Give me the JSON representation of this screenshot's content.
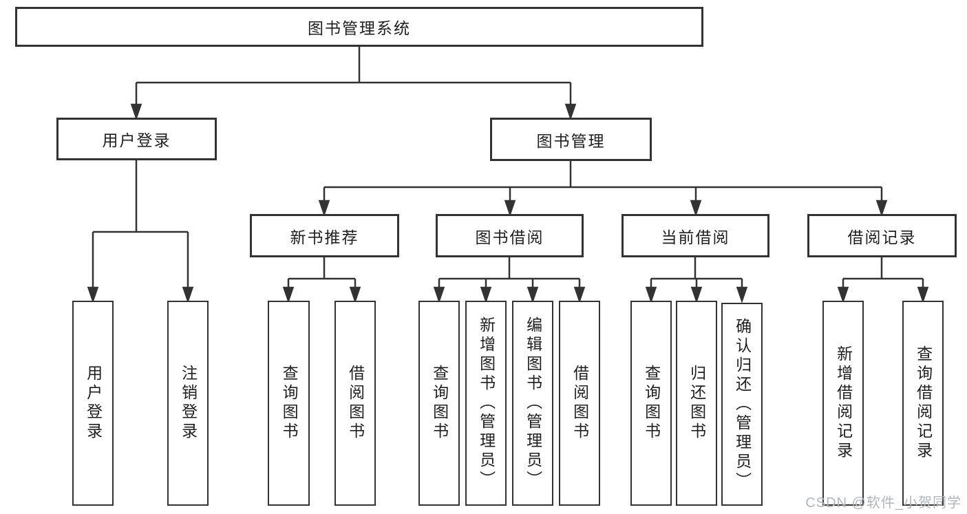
{
  "diagram": {
    "root": {
      "label": "图书管理系统"
    },
    "level2": {
      "user_login": {
        "label": "用户登录"
      },
      "book_management": {
        "label": "图书管理"
      }
    },
    "level3": {
      "new_book_recommend": {
        "label": "新书推荐"
      },
      "book_borrow": {
        "label": "图书借阅"
      },
      "current_borrow": {
        "label": "当前借阅"
      },
      "borrow_record": {
        "label": "借阅记录"
      }
    },
    "leaves": {
      "user_login": [
        "用户登录",
        "注销登录"
      ],
      "new_book_recommend": [
        "查询图书",
        "借阅图书"
      ],
      "book_borrow": [
        "查询图书",
        "新增图书（管理员）",
        "编辑图书（管理员）",
        "借阅图书"
      ],
      "current_borrow": [
        "查询图书",
        "归还图书",
        "确认归还（管理员）"
      ],
      "borrow_record": [
        "新增借阅记录",
        "查询借阅记录"
      ]
    }
  },
  "watermark": {
    "text": "CSDN @软件_小贺同学",
    "color": "#b2b6ba"
  },
  "colors": {
    "line": "#333333",
    "box_border": "#333333",
    "text": "#1f1f1f",
    "background": "#ffffff"
  }
}
